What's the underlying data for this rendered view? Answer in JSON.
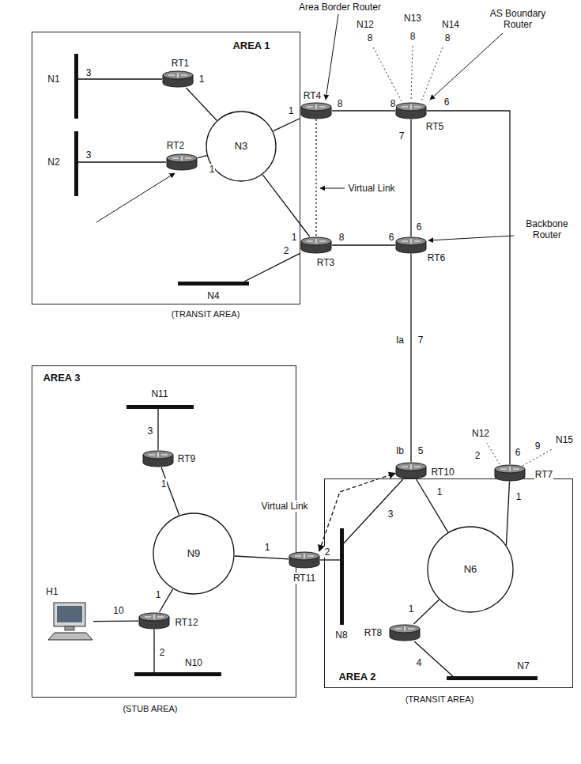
{
  "diagram": {
    "nodes": [
      {
        "text": [
          "AREA 1",
          "(TRANSIT AREA)"
        ]
      },
      {
        "text": [
          "N1"
        ],
        "in": 0
      },
      {
        "text": [
          "RT1"
        ],
        "in": 0
      },
      {
        "text": [
          "N2"
        ],
        "in": 0
      },
      {
        "text": [
          "RT2"
        ],
        "in": 0
      },
      {
        "text": [
          "N3"
        ],
        "in": 0
      },
      {
        "text": [
          "N4"
        ],
        "in": 0
      },
      {
        "text": [
          "RT4"
        ]
      },
      {
        "text": [
          "RT5"
        ]
      },
      {
        "text": [
          "RT3"
        ]
      },
      {
        "text": [
          "RT6"
        ]
      },
      {
        "text": [
          "AREA 3",
          "(STUB AREA)"
        ]
      },
      {
        "text": [
          "N11"
        ],
        "in": 11
      },
      {
        "text": [
          "RT9"
        ],
        "in": 11
      },
      {
        "text": [
          "N9"
        ],
        "in": 11
      },
      {
        "text": [
          "H1"
        ],
        "in": 11
      },
      {
        "text": [
          "RT12"
        ],
        "in": 11
      },
      {
        "text": [
          "N10"
        ],
        "in": 11
      },
      {
        "text": [
          "RT11"
        ]
      },
      {
        "text": [
          "AREA 2",
          "(TRANSIT AREA)"
        ]
      },
      {
        "text": [
          "RT10"
        ]
      },
      {
        "text": [
          "RT7"
        ]
      },
      {
        "text": [
          "N8"
        ],
        "in": 19
      },
      {
        "text": [
          "N6"
        ],
        "in": 19
      },
      {
        "text": [
          "RT8"
        ],
        "in": 19
      },
      {
        "text": [
          "N7"
        ],
        "in": 19
      }
    ],
    "edges": [
      {
        "from": 2,
        "to": 1,
        "arrow": "none"
      },
      {
        "from": 2,
        "to": 5,
        "arrow": "none"
      },
      {
        "from": 4,
        "to": 3,
        "arrow": "none"
      },
      {
        "from": 4,
        "to": 5,
        "arrow": "none"
      },
      {
        "from": 7,
        "to": 5,
        "arrow": "none"
      },
      {
        "from": 9,
        "to": 5,
        "arrow": "none"
      },
      {
        "from": 9,
        "to": 6,
        "arrow": "none"
      },
      {
        "from": 7,
        "to": 8,
        "arrow": "none"
      },
      {
        "from": 9,
        "to": 10,
        "arrow": "none"
      },
      {
        "from": 8,
        "to": 10,
        "arrow": "none"
      },
      {
        "from": 7,
        "to": 9,
        "arrow": "none"
      },
      {
        "from": 10,
        "to": 20,
        "arrow": "none"
      },
      {
        "from": 8,
        "to": 21,
        "arrow": "none"
      },
      {
        "from": 20,
        "to": 22,
        "arrow": "none"
      },
      {
        "from": 20,
        "to": 23,
        "arrow": "none"
      },
      {
        "from": 21,
        "to": 23,
        "arrow": "none"
      },
      {
        "from": 24,
        "to": 23,
        "arrow": "none"
      },
      {
        "from": 24,
        "to": 25,
        "arrow": "none"
      },
      {
        "from": 18,
        "to": 22,
        "arrow": "none"
      },
      {
        "from": 18,
        "to": 14,
        "arrow": "none"
      },
      {
        "from": 13,
        "to": 14,
        "arrow": "none"
      },
      {
        "from": 13,
        "to": 12,
        "arrow": "none"
      },
      {
        "from": 16,
        "to": 14,
        "arrow": "none"
      },
      {
        "from": 16,
        "to": 17,
        "arrow": "none"
      },
      {
        "from": 16,
        "to": 15,
        "arrow": "none"
      },
      {
        "from": 18,
        "to": 20,
        "arrow": "both"
      }
    ],
    "labels": [
      "Area Border Router",
      "AS Boundary Router",
      "N12",
      "N13",
      "N14",
      "8",
      "8",
      "8",
      "8",
      "8",
      "6",
      "7",
      "1",
      "3",
      "3",
      "1",
      "1",
      "1",
      "2",
      "8",
      "6",
      "6",
      "Ia",
      "7",
      "Ib",
      "5",
      "Virtual Link",
      "Backbone Router",
      "N12",
      "2",
      "6",
      "N15",
      "9",
      "1",
      "3",
      "Virtual Link",
      "2",
      "1",
      "1",
      "1",
      "4",
      "3",
      "1",
      "1",
      "10",
      "2"
    ]
  }
}
